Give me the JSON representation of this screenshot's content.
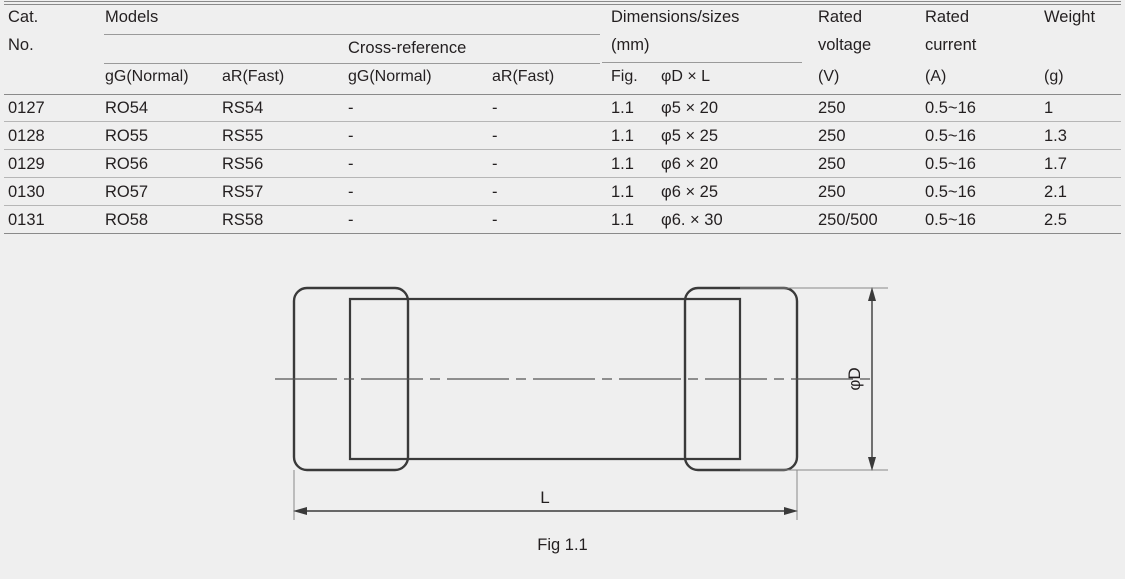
{
  "document": {
    "type": "datasheet-table-and-figure",
    "background_color": "#efefef",
    "text_color": "#231f20"
  },
  "table": {
    "group_headers": {
      "cat_no_line1": "Cat.",
      "cat_no_line2": "No.",
      "models": "Models",
      "cross_reference": "Cross-reference",
      "dimensions_line1": "Dimensions/sizes",
      "dimensions_line2": "(mm)",
      "rated_voltage_line1": "Rated",
      "rated_voltage_line2": "voltage",
      "rated_current_line1": "Rated",
      "rated_current_line2": "current",
      "weight": "Weight"
    },
    "sub_headers": {
      "models_gg": "gG(Normal)",
      "models_ar": "aR(Fast)",
      "cross_gg": "gG(Normal)",
      "cross_ar": "aR(Fast)",
      "fig": "Fig.",
      "dia_len": "φD × L",
      "voltage_unit": "(V)",
      "current_unit": "(A)",
      "weight_unit": "(g)"
    },
    "rows": [
      {
        "cat_no": "0127",
        "models_gg": "RO54",
        "models_ar": "RS54",
        "cross_gg": "-",
        "cross_ar": "-",
        "fig": "1.1",
        "dimensions": "φ5 × 20",
        "rated_voltage": "250",
        "rated_current": "0.5~16",
        "weight": "1"
      },
      {
        "cat_no": "0128",
        "models_gg": "RO55",
        "models_ar": "RS55",
        "cross_gg": "-",
        "cross_ar": "-",
        "fig": "1.1",
        "dimensions": "φ5 × 25",
        "rated_voltage": "250",
        "rated_current": "0.5~16",
        "weight": "1.3"
      },
      {
        "cat_no": "0129",
        "models_gg": "RO56",
        "models_ar": "RS56",
        "cross_gg": "-",
        "cross_ar": "-",
        "fig": "1.1",
        "dimensions": "φ6 × 20",
        "rated_voltage": "250",
        "rated_current": "0.5~16",
        "weight": "1.7"
      },
      {
        "cat_no": "0130",
        "models_gg": "RO57",
        "models_ar": "RS57",
        "cross_gg": "-",
        "cross_ar": "-",
        "fig": "1.1",
        "dimensions": "φ6 × 25",
        "rated_voltage": "250",
        "rated_current": "0.5~16",
        "weight": "2.1"
      },
      {
        "cat_no": "0131",
        "models_gg": "RO58",
        "models_ar": "RS58",
        "cross_gg": "-",
        "cross_ar": "-",
        "fig": "1.1",
        "dimensions": "φ6. × 30",
        "rated_voltage": "250/500",
        "rated_current": "0.5~16",
        "weight": "2.5"
      }
    ]
  },
  "figure": {
    "caption": "Fig 1.1",
    "dimension_labels": {
      "diameter": "φD",
      "length": "L"
    },
    "line_color": "#3a3a3a",
    "dimension_line_color": "#555555"
  }
}
